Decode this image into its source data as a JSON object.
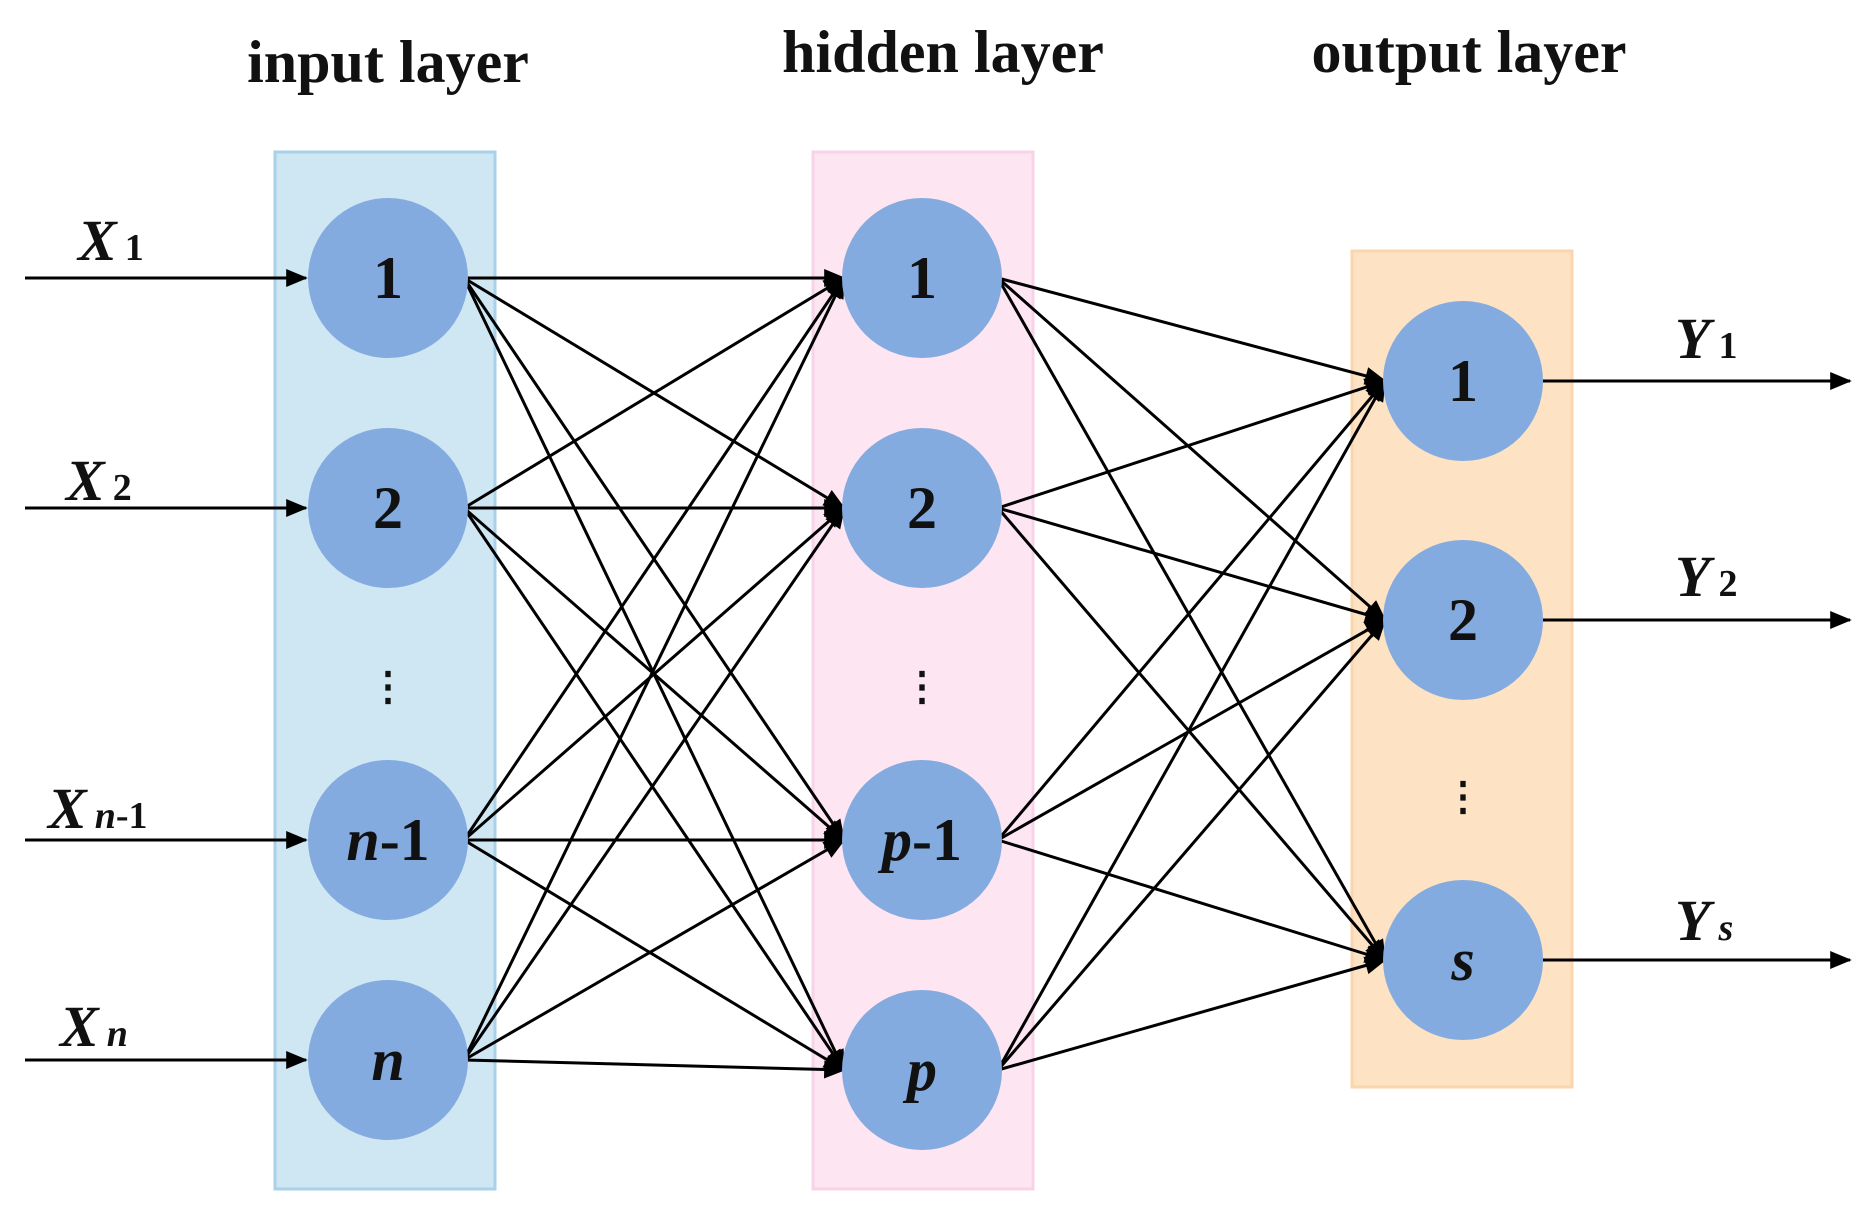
{
  "layers": [
    {
      "key": "input",
      "title": "input layer",
      "band_color": "#cfe6f3",
      "band_border": "#a9d2ea",
      "nodes": [
        {
          "label": "1"
        },
        {
          "label": "2"
        },
        {
          "label": "n-1",
          "var": "n",
          "rest": "-1"
        },
        {
          "label": "n",
          "var": "n",
          "rest": ""
        }
      ]
    },
    {
      "key": "hidden",
      "title": "hidden layer",
      "band_color": "#fde5f2",
      "band_border": "#f8d3e8",
      "nodes": [
        {
          "label": "1"
        },
        {
          "label": "2"
        },
        {
          "label": "p-1",
          "var": "p",
          "rest": "-1"
        },
        {
          "label": "p",
          "var": "p",
          "rest": ""
        }
      ]
    },
    {
      "key": "output",
      "title": "output layer",
      "band_color": "#fde2c4",
      "band_border": "#fbd5ac",
      "nodes": [
        {
          "label": "1"
        },
        {
          "label": "2"
        },
        {
          "label": "s",
          "var": "s",
          "rest": ""
        }
      ]
    }
  ],
  "inputs": [
    {
      "main": "X",
      "sub": "1"
    },
    {
      "main": "X",
      "sub": "2"
    },
    {
      "main": "X",
      "sub": "n-1",
      "sub_var": "n",
      "sub_rest": "-1"
    },
    {
      "main": "X",
      "sub": "n",
      "sub_var": "n",
      "sub_rest": ""
    }
  ],
  "outputs": [
    {
      "main": "Y",
      "sub": "1"
    },
    {
      "main": "Y",
      "sub": "2"
    },
    {
      "main": "Y",
      "sub": "s",
      "sub_var": "s",
      "sub_rest": ""
    }
  ],
  "ellipsis": "⋮",
  "colors": {
    "node_fill": "#84abdf",
    "edge": "#000000",
    "text": "#111111"
  }
}
